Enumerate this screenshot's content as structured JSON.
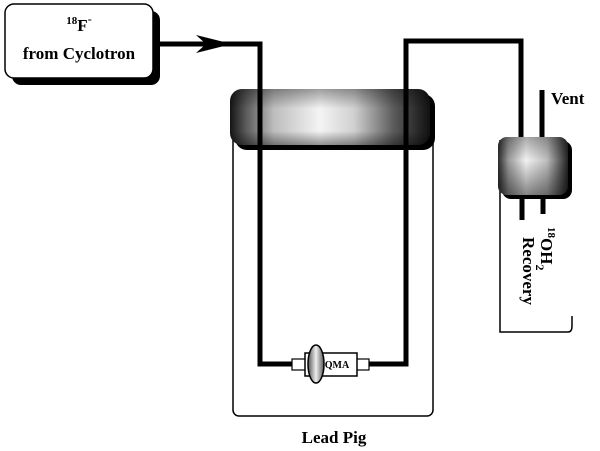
{
  "source_box": {
    "isotope_mass": "18",
    "isotope_symbol": "F",
    "isotope_charge": "-",
    "line2": "from Cyclotron"
  },
  "cartridge_label": "QMA",
  "shield_label": "Lead Pig",
  "vent_label": "Vent",
  "recovery": {
    "mass": "18",
    "formula_main": "OH",
    "subscript": "2",
    "word": "Recovery"
  }
}
